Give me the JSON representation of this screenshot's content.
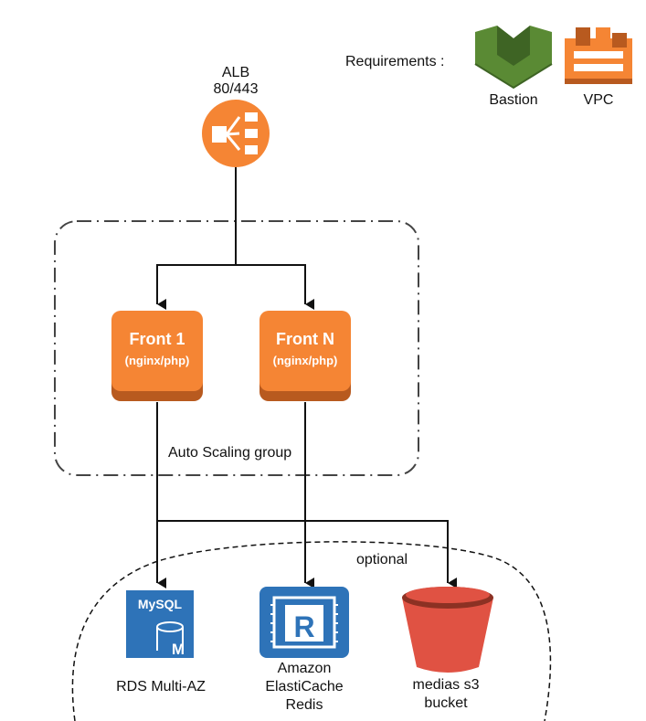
{
  "requirements_label": "Requirements :",
  "bastion_label": "Bastion",
  "vpc_label": "VPC",
  "alb": {
    "name": "ALB",
    "ports": "80/443"
  },
  "front1": {
    "title": "Front 1",
    "subtitle": "(nginx/php)"
  },
  "frontn": {
    "title": "Front N",
    "subtitle": "(nginx/php)"
  },
  "asg_label": "Auto Scaling group",
  "optional_label": "optional",
  "rds_label": "RDS Multi-AZ",
  "mysql_icon_text": "MySQL",
  "mysql_icon_letter": "M",
  "redis_icon_letter": "R",
  "redis_label": [
    "Amazon",
    "ElastiCache",
    "Redis"
  ],
  "s3_label": [
    "medias s3",
    "bucket"
  ],
  "colors": {
    "orange": "#f58534",
    "orange_dark": "#b85a1f",
    "green": "#5a8a34",
    "green_dark": "#3e6424",
    "blue": "#2e73b8",
    "red": "#e05243",
    "red_dark": "#8c3123"
  }
}
